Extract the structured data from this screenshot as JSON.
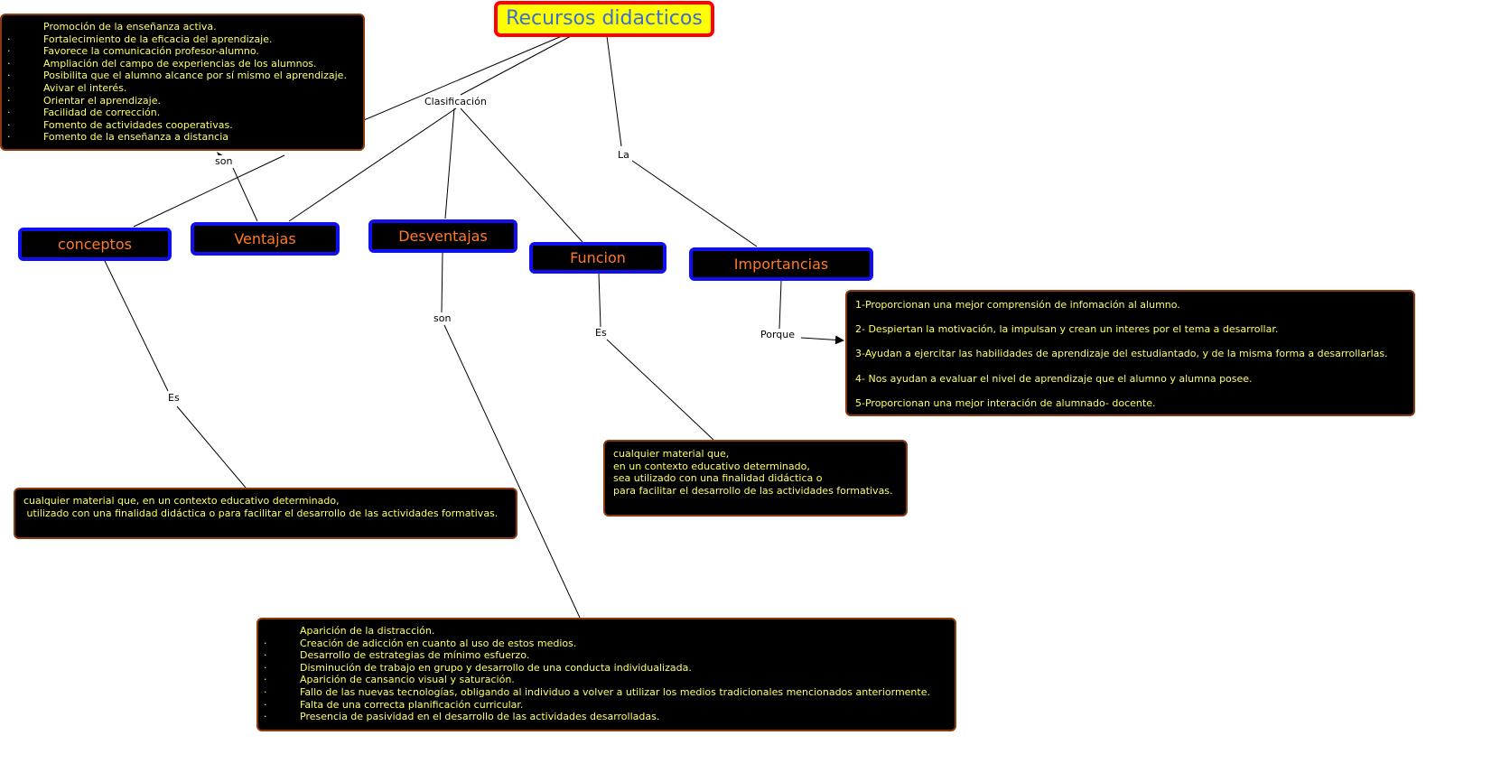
{
  "title": "Recursos didacticos",
  "linking": {
    "clasificacion": "Clasificación",
    "la": "La",
    "son1": "son",
    "son2": "son",
    "es1": "Es",
    "es2": "Es",
    "porque": "Porque",
    "dots": "· · · ·"
  },
  "categories": {
    "conceptos": "conceptos",
    "ventajas": "Ventajas",
    "desventajas": "Desventajas",
    "funcion": "Funcion",
    "importancias": "Importancias"
  },
  "bullet": "·",
  "ventajas_list": [
    "Promoción de la enseñanza activa.",
    "Fortalecimiento de la eficacia del aprendizaje.",
    "Favorece la comunicación profesor-alumno.",
    "Ampliación del campo de experiencias de los alumnos.",
    "Posibilita que el alumno alcance por sí mismo el aprendizaje.",
    "Avivar el interés.",
    "Orientar el aprendizaje.",
    "Facilidad de corrección.",
    "Fomento de actividades cooperativas.",
    "Fomento de la enseñanza a distancia"
  ],
  "desventajas_list": [
    "Aparición de la distracción.",
    "Creación de adicción en cuanto al uso de estos medios.",
    "Desarrollo de estrategias de mínimo esfuerzo.",
    "Disminución de trabajo en grupo y desarrollo de una conducta individualizada.",
    "Aparición de cansancio visual y saturación.",
    "Fallo de las nuevas tecnologías, obligando al individuo a volver a utilizar los medios tradicionales mencionados anteriormente.",
    "Falta de una correcta planificación curricular.",
    "Presencia de pasividad en el desarrollo de las actividades desarrolladas."
  ],
  "importancias_list": [
    "1-Proporcionan una mejor comprensión de infomación al alumno.",
    "2-  Despiertan la motivación, la impulsan y crean un interes por el tema a desarrollar.",
    "3-Ayudan a ejercitar las habilidades de aprendizaje del estudiantado, y de la misma forma a desarrollarlas.",
    "4- Nos ayudan a evaluar el nivel de aprendizaje que el alumno y alumna posee.",
    "5-Proporcionan una mejor interación de alumnado- docente."
  ],
  "funcion_text": "cualquier material que,\nen un contexto educativo determinado,\nsea utilizado con una finalidad didáctica o\npara facilitar el desarrollo de las actividades formativas.",
  "concepto_text": "cualquier material que, en un contexto educativo determinado,\n utilizado con una finalidad didáctica o para facilitar el desarrollo de las actividades formativas."
}
